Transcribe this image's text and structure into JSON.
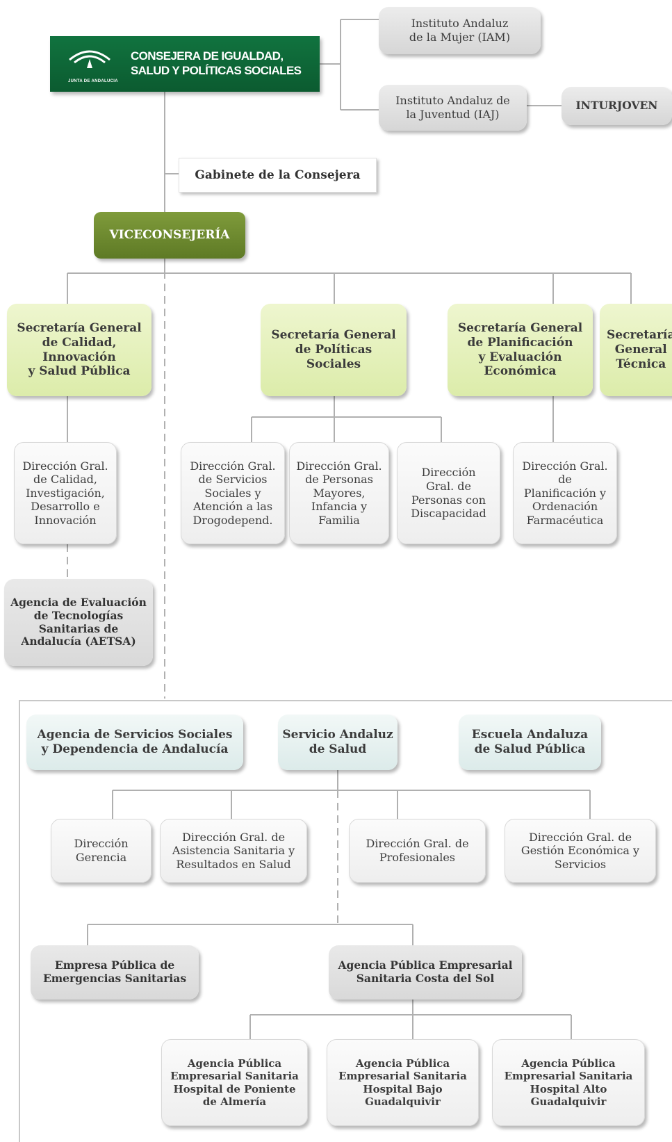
{
  "consejeria": {
    "title": "CONSEJERA DE IGUALDAD,\nSALUD Y POLÍTICAS SOCIALES",
    "logo_text": "JUNTA DE ANDALUCIA"
  },
  "adscritos": {
    "iam": "Instituto Andaluz\nde la Mujer (IAM)",
    "iaj": "Instituto Andaluz de\nla Juventud (IAJ)",
    "inturjoven": "INTURJOVEN"
  },
  "gabinete": "Gabinete de la Consejera",
  "viceconsejeria": "VICECONSEJERÍA",
  "secretarias": {
    "calidad": "Secretaría General\nde Calidad,\nInnovación\ny Salud Pública",
    "politicas": "Secretaría General\nde Políticas\nSociales",
    "planificacion": "Secretaría General\nde Planificación\ny Evaluación\nEconómica",
    "tecnica": "Secretaría\nGeneral\nTécnica"
  },
  "direcciones": {
    "calidad": "Dirección Gral.\nde Calidad,\nInvestigación,\nDesarrollo e\nInnovación",
    "servicios_sociales": "Dirección Gral.\nde Servicios\nSociales y\nAtención a las\nDrogodepend.",
    "mayores": "Dirección Gral.\nde Personas\nMayores,\nInfancia y\nFamilia",
    "discapacidad": "Dirección\nGral. de\nPersonas con\nDiscapacidad",
    "farmaceutica": "Dirección Gral.\nde\nPlanificación y\nOrdenación\nFarmacéutica"
  },
  "aetsa": "Agencia de Evaluación\nde Tecnologías\nSanitarias de\nAndalucía (AETSA)",
  "agencias": {
    "servicios_sociales": "Agencia de Servicios Sociales\ny Dependencia de Andalucía",
    "sas": "Servicio Andaluz\nde Salud",
    "easp": "Escuela Andaluza\nde Salud Pública"
  },
  "sas_direcciones": {
    "gerencia": "Dirección\nGerencia",
    "asistencia": "Dirección Gral. de\nAsistencia Sanitaria y\nResultados en Salud",
    "profesionales": "Dirección Gral. de\nProfesionales",
    "gestion": "Dirección Gral. de\nGestión Económica y\nServicios"
  },
  "empresas": {
    "emergencias": "Empresa Pública de\nEmergencias Sanitarias",
    "costa_sol": "Agencia Pública Empresarial\nSanitaria Costa del Sol"
  },
  "hospitales": {
    "poniente": "Agencia Pública\nEmpresarial Sanitaria\nHospital de Poniente\nde Almería",
    "bajo": "Agencia Pública\nEmpresarial Sanitaria\nHospital Bajo\nGuadalquivir",
    "alto": "Agencia Pública\nEmpresarial Sanitaria\nHospital Alto\nGuadalquivir"
  },
  "colors": {
    "consejeria": "#0d6634",
    "viceconsejeria": "#6b8a2e",
    "secretaria": "#e3efb8",
    "agencia": "#e4efee",
    "connector": "#b0b0b0"
  }
}
